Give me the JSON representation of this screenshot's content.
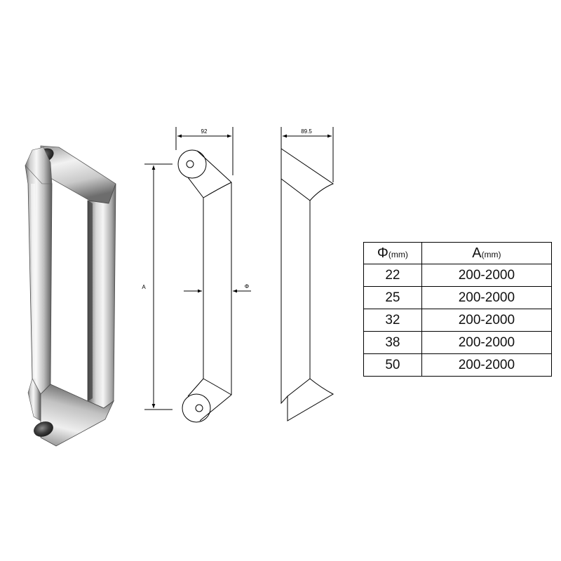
{
  "diagram": {
    "front_view": {
      "width_label": "92",
      "length_label": "A",
      "diameter_label": "Φ"
    },
    "side_view": {
      "width_label": "89.5"
    }
  },
  "spec_table": {
    "headers": [
      {
        "symbol": "Φ",
        "unit": "(mm)"
      },
      {
        "symbol": "A",
        "unit": "(mm)"
      }
    ],
    "rows": [
      {
        "diameter": "22",
        "length": "200-2000"
      },
      {
        "diameter": "25",
        "length": "200-2000"
      },
      {
        "diameter": "32",
        "length": "200-2000"
      },
      {
        "diameter": "38",
        "length": "200-2000"
      },
      {
        "diameter": "50",
        "length": "200-2000"
      }
    ]
  },
  "colors": {
    "steel_light": "#f4f4f4",
    "steel_mid": "#b9b9b9",
    "steel_dark": "#4a4a4a",
    "line": "#000000"
  }
}
